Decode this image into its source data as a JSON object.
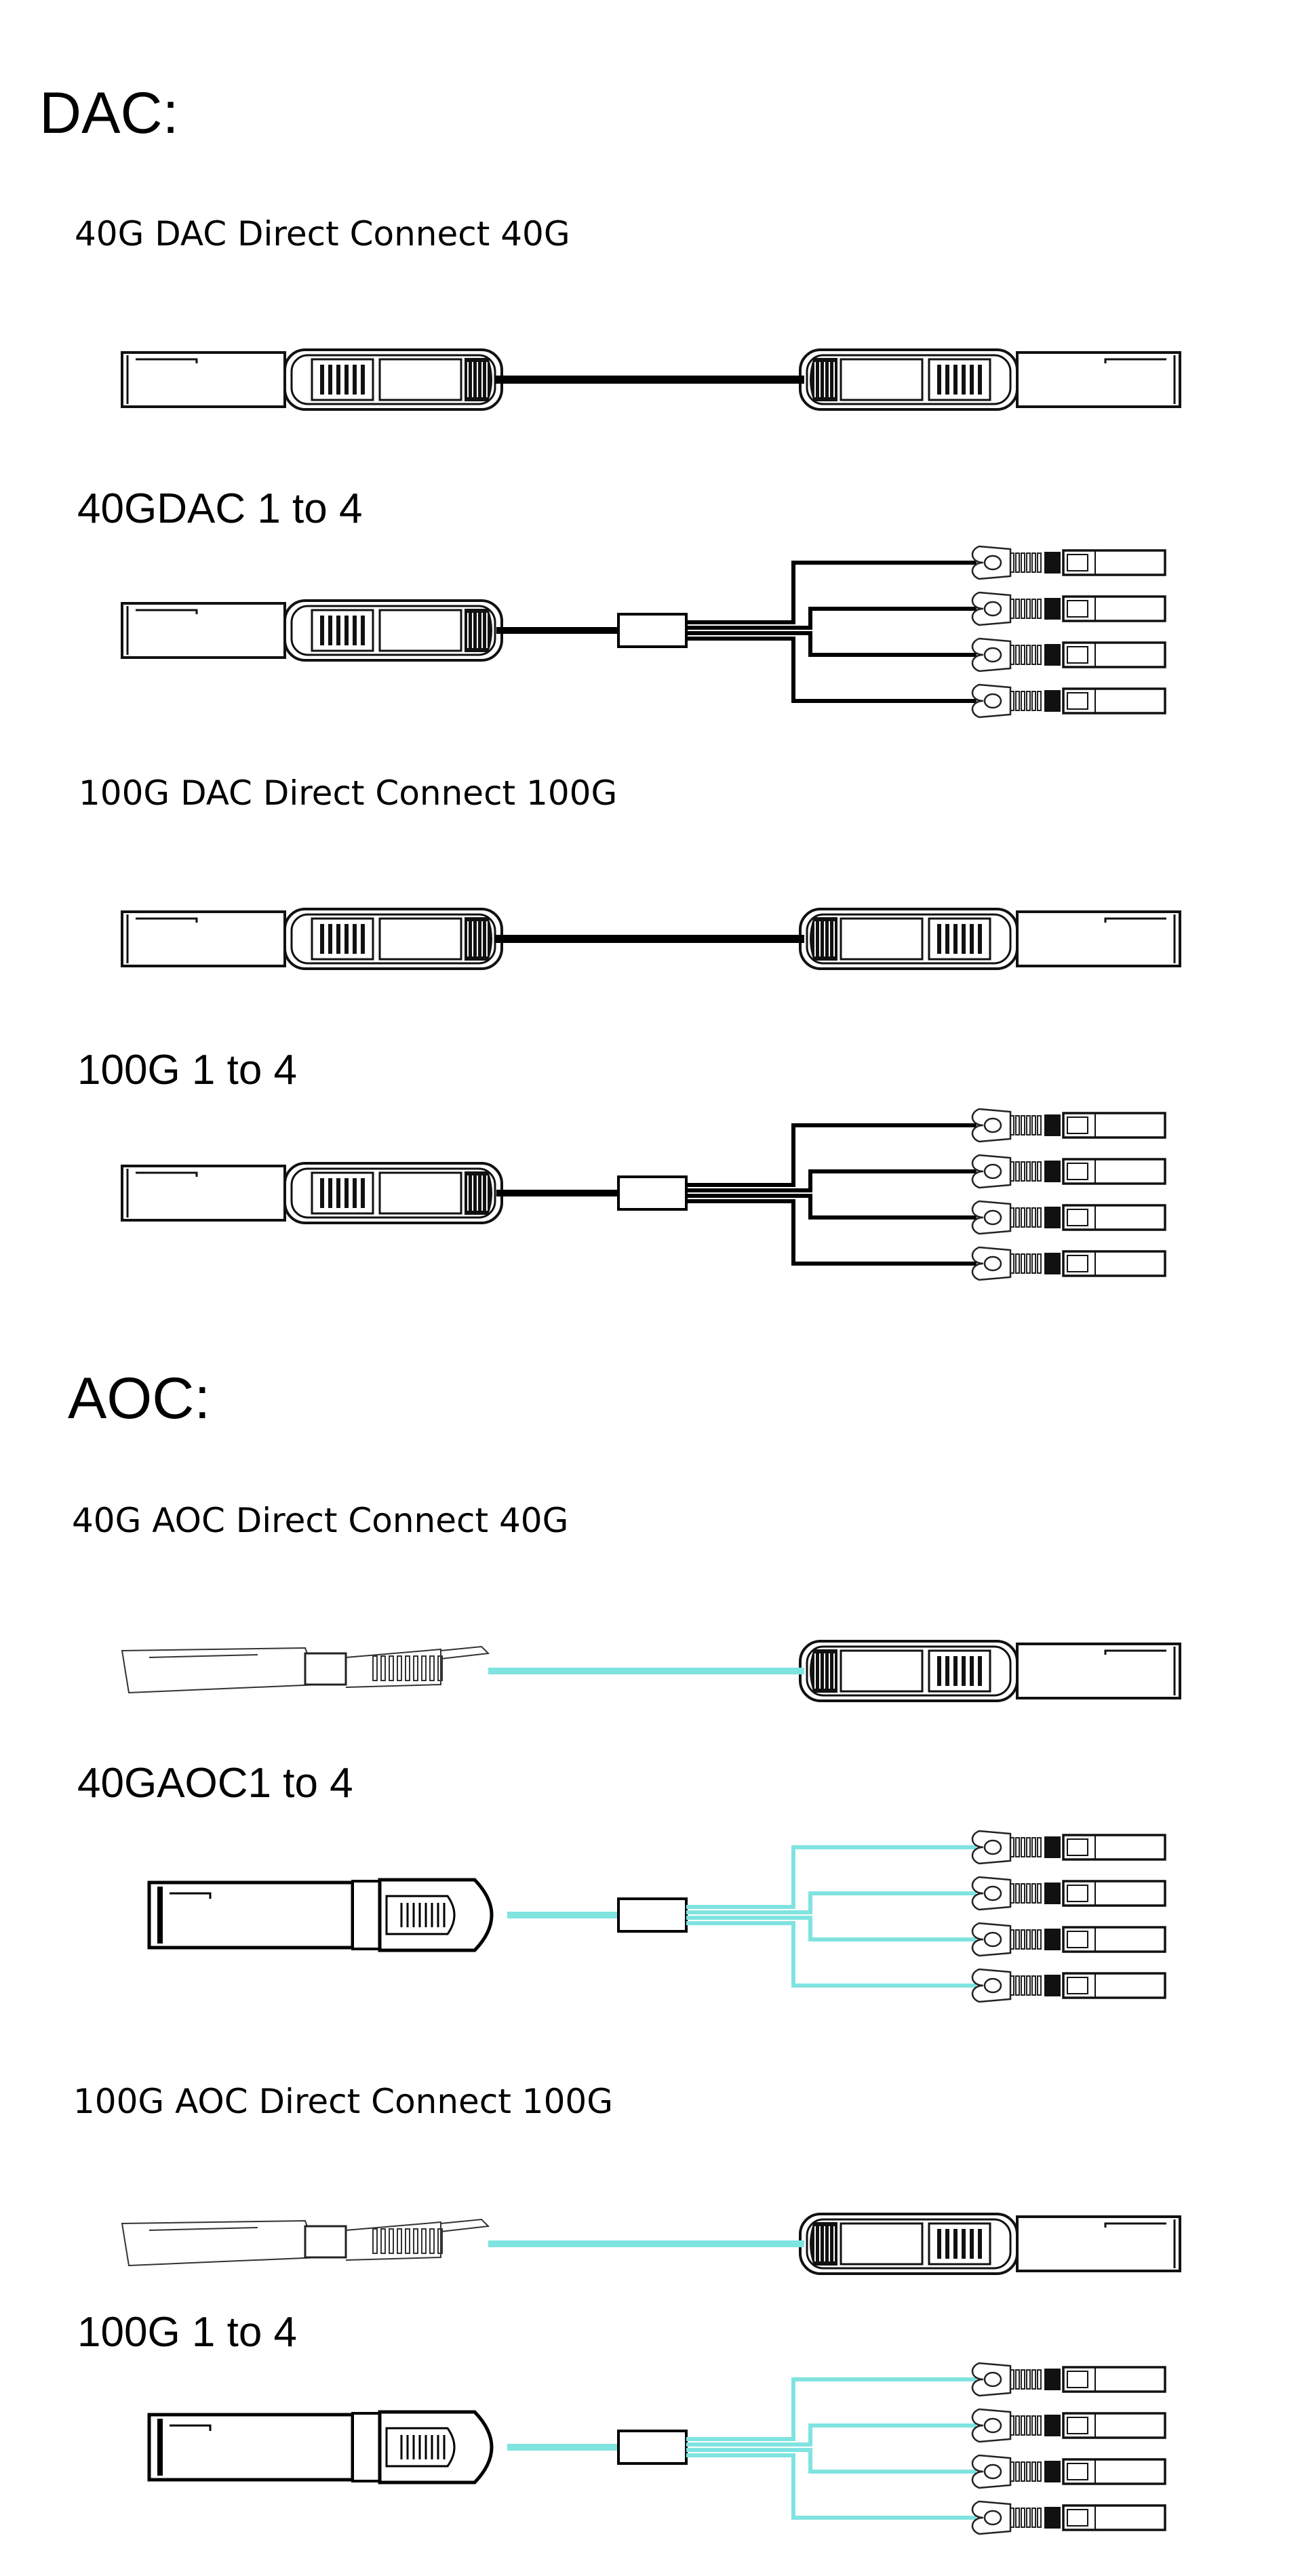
{
  "sections": [
    {
      "title": "DAC:",
      "items": [
        {
          "caption": "40G DAC Direct Connect 40G",
          "kind": "direct",
          "cable": "dac"
        },
        {
          "caption": "40GDAC 1 to 4",
          "kind": "breakout",
          "cable": "dac"
        },
        {
          "caption": "100G DAC Direct Connect 100G",
          "kind": "direct",
          "cable": "dac"
        },
        {
          "caption": "100G 1 to 4",
          "kind": "breakout",
          "cable": "dac"
        }
      ]
    },
    {
      "title": "AOC:",
      "items": [
        {
          "caption": "40G AOC Direct Connect 40G",
          "kind": "direct",
          "cable": "aoc"
        },
        {
          "caption": "40GAOC1 to 4",
          "kind": "breakout",
          "cable": "aoc"
        },
        {
          "caption": "100G AOC Direct Connect 100G",
          "kind": "direct",
          "cable": "aoc"
        },
        {
          "caption": "100G 1 to 4",
          "kind": "breakout",
          "cable": "aoc"
        }
      ]
    }
  ],
  "colors": {
    "dac_cable": "#000000",
    "aoc_cable": "#7fe3e0",
    "outline": "#111111",
    "background": "#ffffff"
  }
}
